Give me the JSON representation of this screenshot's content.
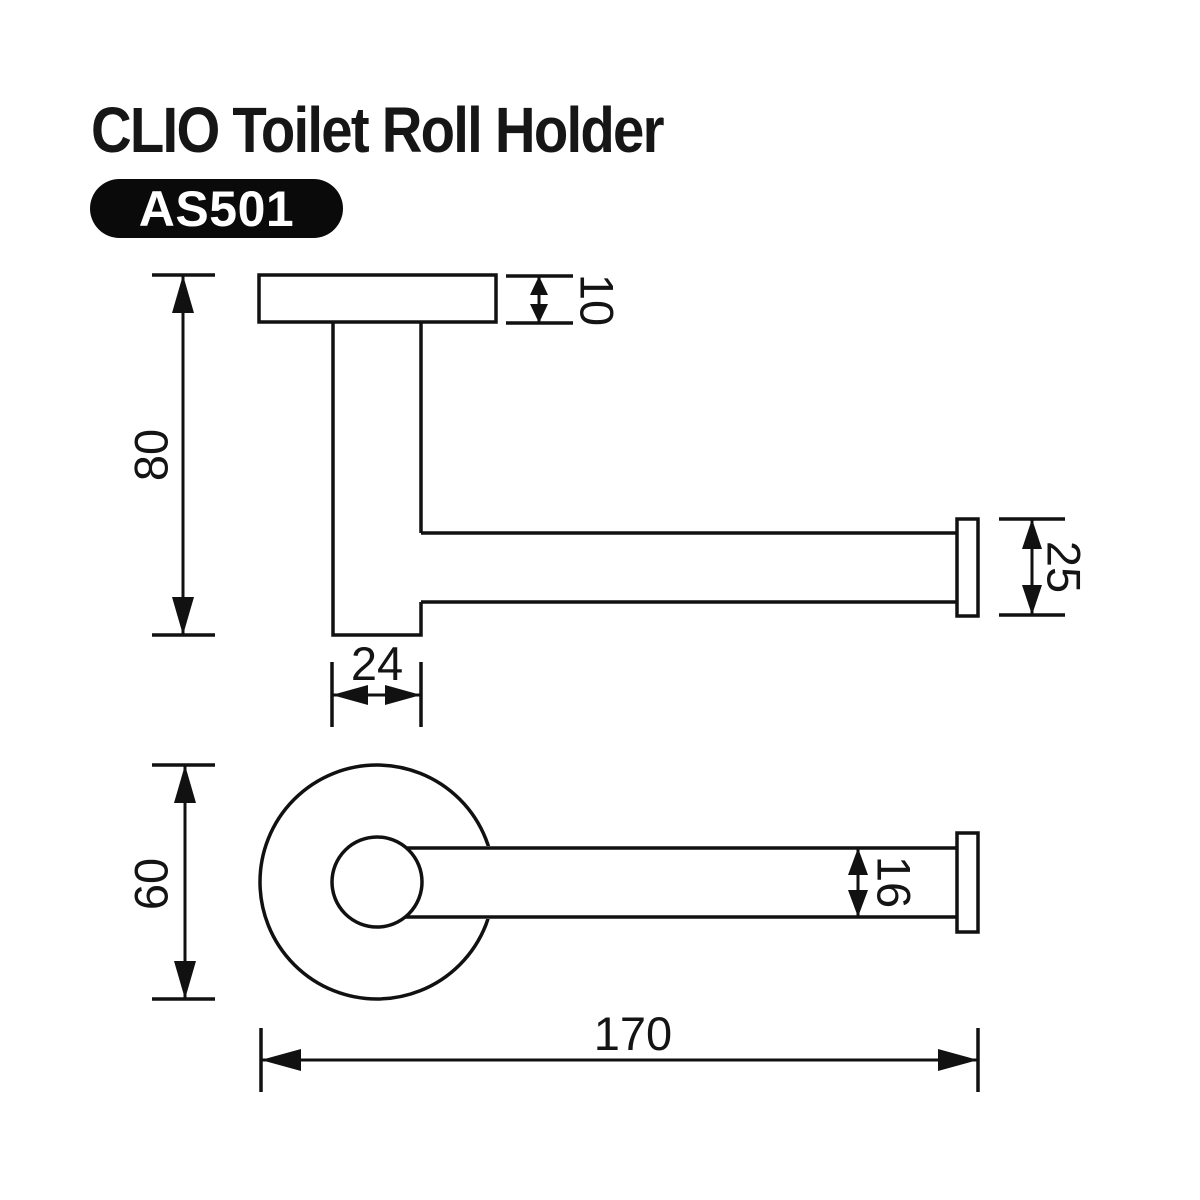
{
  "header": {
    "title": "CLIO Toilet Roll Holder",
    "model_code": "AS501"
  },
  "colors": {
    "ink": "#111111",
    "background": "#ffffff",
    "badge_background": "#0a0a0a",
    "badge_text": "#ffffff"
  },
  "dims": {
    "plate_thickness": "10",
    "overall_height": "80",
    "post_width": "24",
    "end_cap_diameter": "25",
    "flange_diameter": "60",
    "bar_diameter": "16",
    "overall_length": "170"
  }
}
